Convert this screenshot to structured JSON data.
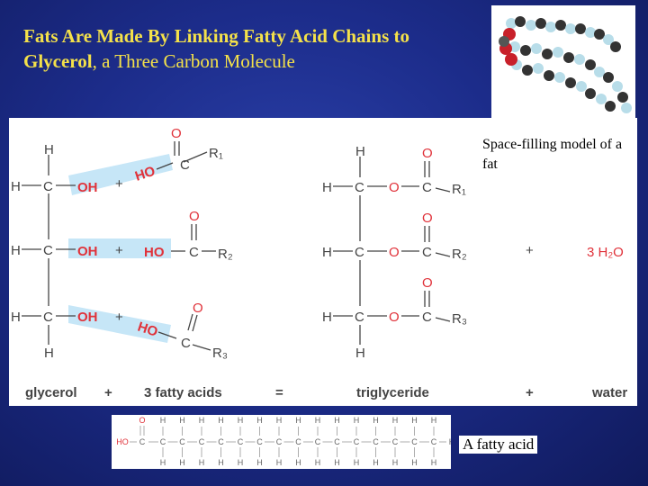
{
  "title": {
    "bold": "Fats Are Made By Linking Fatty Acid Chains to Glycerol",
    "rest": ", a Three Carbon Molecule"
  },
  "captions": {
    "space_filling": "Space-filling model of a fat",
    "fatty_acid": "A fatty acid"
  },
  "reaction": {
    "glycerol": "glycerol",
    "fatty_acids": "3 fatty acids",
    "triglyceride": "triglyceride",
    "water": "water",
    "plus": "+",
    "equals": "=",
    "water_product": "3 H₂O"
  },
  "atoms": {
    "H": "H",
    "C": "C",
    "O": "O",
    "OH": "OH",
    "HO": "HO",
    "R1": "R₁",
    "R2": "R₂",
    "R3": "R₃"
  },
  "colors": {
    "oxygen": "#e0323a",
    "highlight": "#c6e6f7",
    "title": "#f4e14a"
  }
}
